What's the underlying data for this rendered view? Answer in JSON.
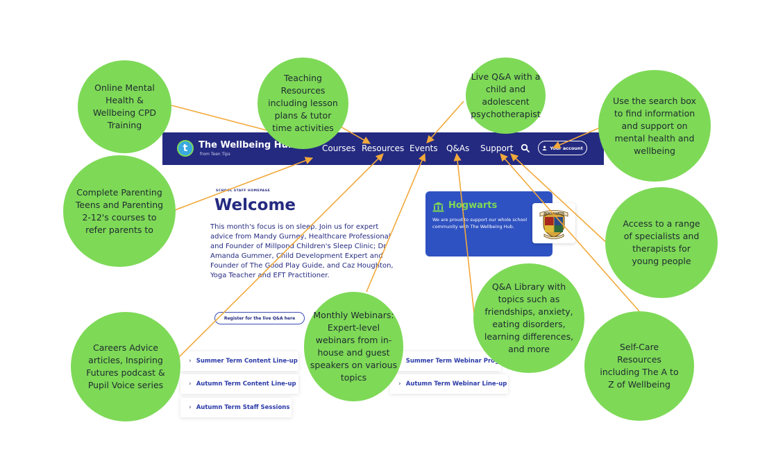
{
  "site": {
    "brand": {
      "logo_letter": "t",
      "title": "The Wellbeing Hub",
      "subtitle": "from Teen Tips"
    },
    "nav": [
      {
        "label": "Courses"
      },
      {
        "label": "Resources"
      },
      {
        "label": "Events"
      },
      {
        "label": "Q&As"
      },
      {
        "label": "Support"
      }
    ],
    "search_icon": "search-icon",
    "account_label": "Your account",
    "eyebrow": "SCHOOL STAFF HOMEPAGE",
    "welcome": "Welcome",
    "intro": "This month's focus is on sleep. Join us for expert advice from Mandy Gurney, Healthcare Professional and Founder of Millpond Children's Sleep Clinic; Dr Amanda Gummer, Child Development Expert and Founder of The Good Play Guide, and Caz Houghton, Yoga Teacher and EFT Practitioner.",
    "register_label": "Register for the live Q&A here",
    "lineups_left": [
      {
        "label": "Summer Term Content Line-up"
      },
      {
        "label": "Autumn Term Content Line-up"
      },
      {
        "label": "Autumn Term Staff Sessions"
      }
    ],
    "lineups_right": [
      {
        "label": "Summer Term Webinar Programme"
      },
      {
        "label": "Autumn Term Webinar Line-up"
      }
    ],
    "school": {
      "name": "Hogwarts",
      "text": "We are proud to support our whole school community with The Wellbeing Hub."
    },
    "crest_text": "HOGWARTS"
  },
  "bubbles": {
    "cpd": "Online Mental Health & Wellbeing CPD Training",
    "teaching": "Teaching Resources including lesson plans & tutor time activities",
    "liveqa": "Live Q&A with a child and adolescent psychotherapist",
    "search": "Use the search box to find information and support on mental health and wellbeing",
    "parenting": "Complete Parenting Teens and Parenting 2-12's courses to refer parents to",
    "specialists": "Access to a range of specialists and therapists for young people",
    "qalibrary": "Q&A Library with topics such as friendships, anxiety, eating disorders, learning differences, and more",
    "webinars": "Monthly Webinars: Expert-level webinars from in-house and guest speakers on various topics",
    "careers": "Careers Advice articles,  Inspiring Futures podcast & Pupil Voice series",
    "selfcare": "Self-Care Resources including The A to Z of Wellbeing"
  },
  "colors": {
    "nav": "#242a80",
    "bubble": "#7ed957",
    "arrow": "#f2a93b",
    "card": "#2f52c2"
  }
}
